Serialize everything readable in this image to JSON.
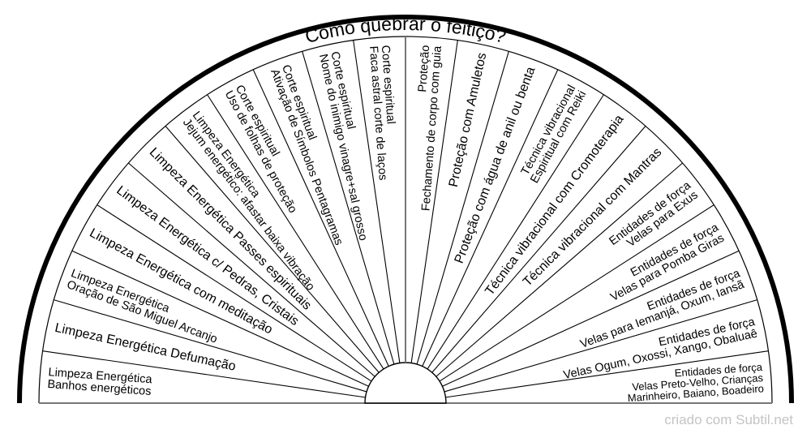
{
  "title": "Como quebrar o feitiço?",
  "credit": "criado com Subtil.net",
  "colors": {
    "ink": "#000000",
    "divider": "#777777",
    "credit": "#c4c4c4"
  },
  "sectors": [
    {
      "lines": [
        "Limpeza Energética",
        "Banhos energéticos"
      ]
    },
    {
      "lines": [
        "Limpeza Energética  Defumação"
      ]
    },
    {
      "lines": [
        "Limpeza Energética",
        "Oração de São Miguel Arcanjo"
      ]
    },
    {
      "lines": [
        "Limpeza Energética com meditação"
      ]
    },
    {
      "lines": [
        "Limpeza Energética c/ Pedras, Cristais"
      ]
    },
    {
      "lines": [
        "Limpeza Energética Passes espirituais"
      ]
    },
    {
      "lines": [
        "Limpeza Energética",
        "Jejum energético: afastar baixa vibração"
      ]
    },
    {
      "lines": [
        "Corte espiritual",
        "Uso de folhas de proteção"
      ]
    },
    {
      "lines": [
        "Corte espiritual",
        "Ativação de Símbolos Pentagramas"
      ]
    },
    {
      "lines": [
        "Corte espiritual",
        "Nome do inimigo vinagre+sal grosso"
      ]
    },
    {
      "lines": [
        "Corte espiritual",
        "Faca astral corte de laços"
      ]
    },
    {
      "lines": [
        "Proteção",
        "Fechamento de corpo com guia"
      ]
    },
    {
      "lines": [
        "Proteção com Amuletos"
      ]
    },
    {
      "lines": [
        "Proteção com água de anil ou benta"
      ]
    },
    {
      "lines": [
        "Técnica vibracional",
        "Espiritual com Reiki"
      ]
    },
    {
      "lines": [
        "Técnica vibracional com Cromoterapia"
      ]
    },
    {
      "lines": [
        "Técnica vibracional com Mantras"
      ]
    },
    {
      "lines": [
        "Entidades de força",
        "Velas para Exus"
      ]
    },
    {
      "lines": [
        "Entidades de força",
        "Velas para Pomba Giras"
      ]
    },
    {
      "lines": [
        "Entidades de força",
        "Velas para Iemanjá, Oxum, Iansã"
      ]
    },
    {
      "lines": [
        "Entidades de força",
        "Velas Ogum, Oxossi, Xango, Obaluaê"
      ]
    },
    {
      "lines": [
        "Entidades de força",
        "Velas Preto-Velho, Crianças",
        "Marinheiro, Baiano, Boadeiro"
      ]
    }
  ]
}
